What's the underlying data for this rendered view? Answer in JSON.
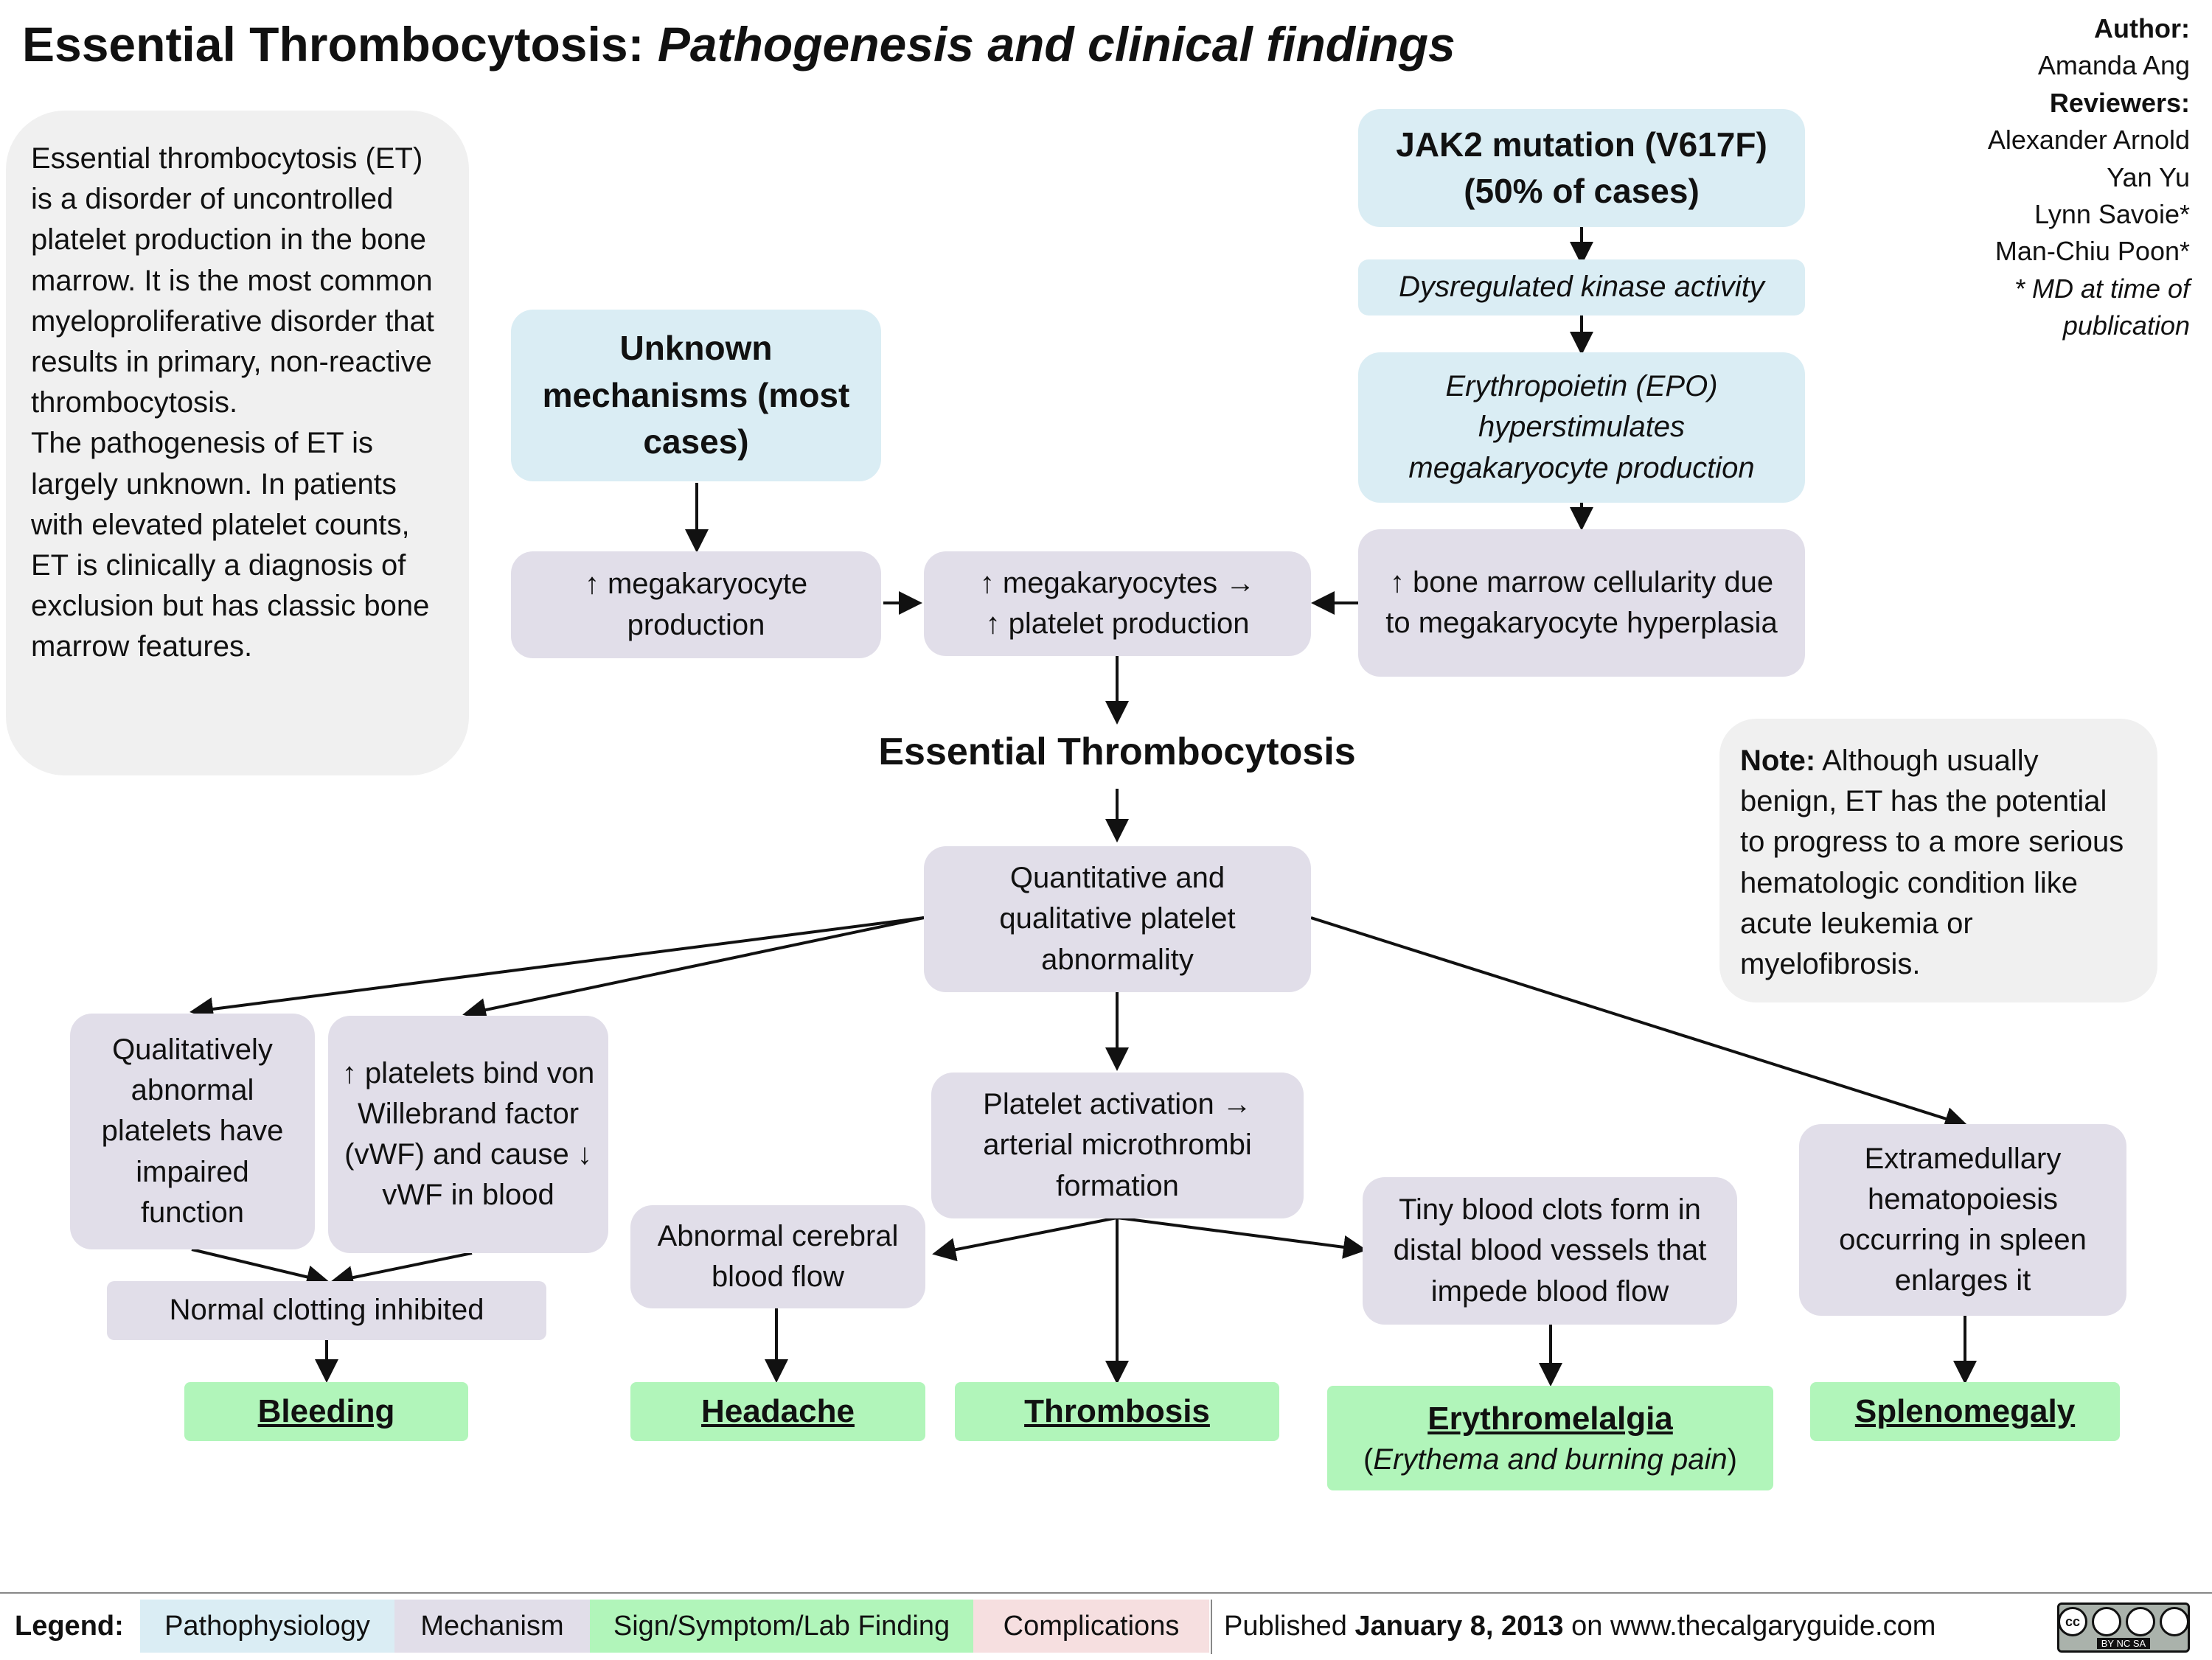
{
  "title": {
    "main": "Essential Thrombocytosis:",
    "sub": "Pathogenesis and clinical findings"
  },
  "author": {
    "author_label": "Author:",
    "author_name": "Amanda Ang",
    "reviewers_label": "Reviewers:",
    "reviewers": [
      "Alexander Arnold",
      "Yan Yu",
      "Lynn Savoie*",
      "Man-Chiu Poon*"
    ],
    "note": [
      "* MD at time of",
      "publication"
    ]
  },
  "intro": {
    "p1": "Essential thrombocytosis (ET) is a disorder of uncontrolled platelet production in the bone marrow. It is the most common myeloproliferative disorder that results in primary, non-reactive thrombocytosis.",
    "p2": "The pathogenesis of ET is largely unknown. In patients with elevated platelet counts, ET is clinically a diagnosis of exclusion but has classic bone marrow features."
  },
  "nodes": {
    "unknown": "Unknown mechanisms (most cases)",
    "jak2_1": "JAK2 mutation (V617F)",
    "jak2_2": "(50% of cases)",
    "kinase": "Dysregulated kinase activity",
    "epo": "Erythropoietin (EPO) hyperstimulates megakaryocyte production",
    "mega_prod": "↑ megakaryocyte production",
    "mega_plt_1": "↑ megakaryocytes →",
    "mega_plt_2": "↑ platelet production",
    "marrow": "↑ bone marrow cellularity due to megakaryocyte hyperplasia",
    "et": "Essential Thrombocytosis",
    "quant": "Quantitative and qualitative platelet abnormality",
    "qual_abn": "Qualitatively abnormal platelets have impaired function",
    "vwf": "↑ platelets bind von Willebrand factor (vWF) and cause ↓ vWF in blood",
    "clot_inhib": "Normal clotting inhibited",
    "plt_act": "Platelet activation → arterial microthrombi formation",
    "cerebral": "Abnormal cerebral blood flow",
    "tiny_clots": "Tiny blood clots form in distal blood vessels that impede blood flow",
    "extramed": "Extramedullary hematopoiesis occurring in spleen enlarges it",
    "bleeding": "Bleeding",
    "headache": "Headache",
    "thrombosis": "Thrombosis",
    "erythromelalgia": "Erythromelalgia",
    "erythro_sub": "Erythema and burning pain",
    "splenomegaly": "Splenomegaly"
  },
  "note_box": {
    "label": "Note:",
    "text": "Although usually benign, ET has the potential to progress to a more serious hematologic condition like acute leukemia or myelofibrosis."
  },
  "legend": {
    "label": "Legend:",
    "items": [
      "Pathophysiology",
      "Mechanism",
      "Sign/Symptom/Lab Finding",
      "Complications"
    ],
    "published_pre": "Published",
    "published_date": "January 8, 2013",
    "published_post": "on www.thecalgaryguide.com",
    "license": "BY NC SA"
  },
  "colors": {
    "pathophysiology": "#daedf4",
    "mechanism": "#e1dee9",
    "sign": "#b1f5ba",
    "complications": "#f6dfe0"
  }
}
